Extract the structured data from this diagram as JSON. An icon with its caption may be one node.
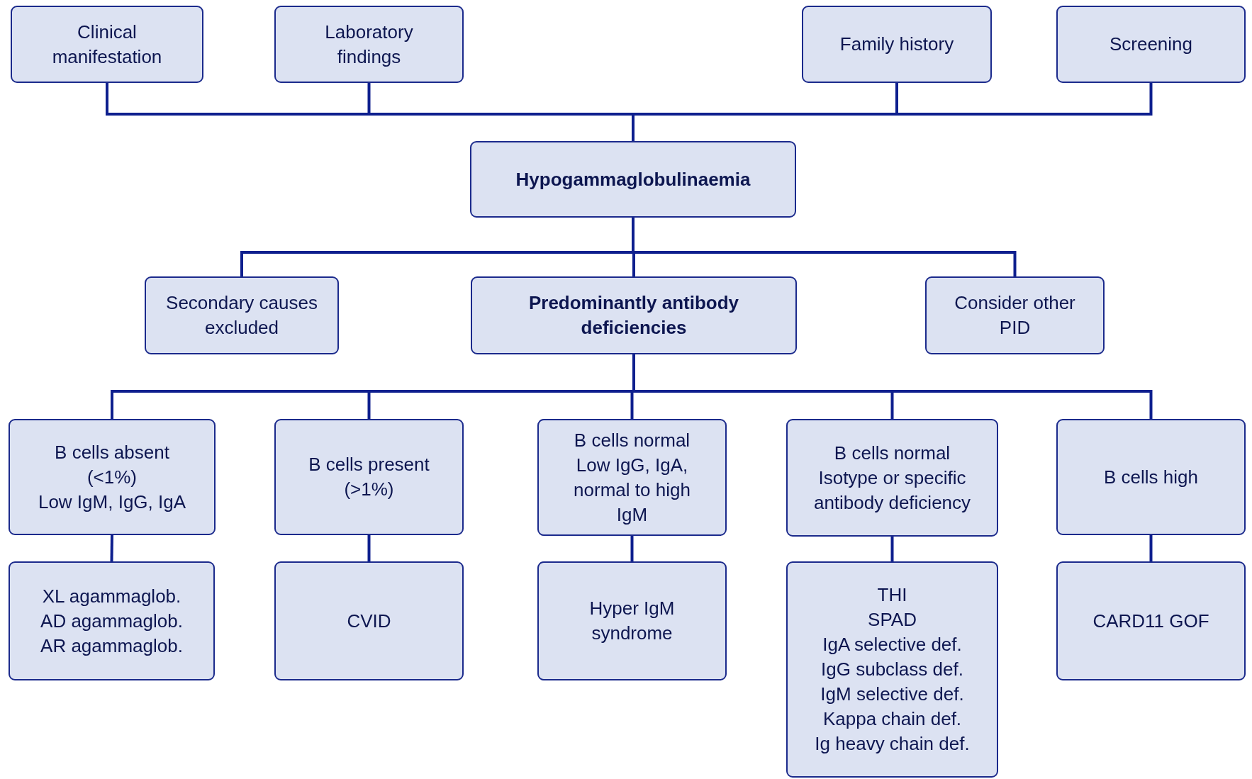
{
  "diagram": {
    "nodes": [
      {
        "text": [
          "Clinical manifestation"
        ]
      },
      {
        "text": [
          "Laboratory findings"
        ]
      },
      {
        "text": [
          "Family history"
        ]
      },
      {
        "text": [
          "Screening"
        ]
      },
      {
        "text": [
          "Hypogammaglobulinaemia"
        ]
      },
      {
        "text": [
          "Secondary causes excluded"
        ]
      },
      {
        "text": [
          "Predominantly antibody deficiencies"
        ]
      },
      {
        "text": [
          "Consider other PID"
        ]
      },
      {
        "text": [
          "B cells absent",
          "(<1%)",
          "Low IgM, IgG, IgA"
        ]
      },
      {
        "text": [
          "B cells present",
          "(>1%)"
        ]
      },
      {
        "text": [
          "B cells normal",
          "Low IgG, IgA, normal to high IgM"
        ]
      },
      {
        "text": [
          "B cells normal",
          "Isotype or specific antibody deficiency"
        ]
      },
      {
        "text": [
          "B cells high"
        ]
      },
      {
        "text": [
          "XL agammaglob.",
          "AD agammaglob.",
          "AR agammaglob."
        ]
      },
      {
        "text": [
          "CVID"
        ]
      },
      {
        "text": [
          "Hyper IgM syndrome"
        ]
      },
      {
        "text": [
          "THI",
          "SPAD",
          "IgA selective def.",
          "IgG subclass def.",
          "IgM selective def.",
          "Kappa chain def.",
          "Ig heavy chain def."
        ]
      },
      {
        "text": [
          "CARD11 GOF"
        ]
      }
    ],
    "edges": [
      {
        "from": 0,
        "to": 4,
        "arrow": "none"
      },
      {
        "from": 1,
        "to": 4,
        "arrow": "none"
      },
      {
        "from": 2,
        "to": 4,
        "arrow": "none"
      },
      {
        "from": 3,
        "to": 4,
        "arrow": "none"
      },
      {
        "from": 4,
        "to": 5,
        "arrow": "none"
      },
      {
        "from": 4,
        "to": 6,
        "arrow": "none"
      },
      {
        "from": 4,
        "to": 7,
        "arrow": "none"
      },
      {
        "from": 6,
        "to": 8,
        "arrow": "none"
      },
      {
        "from": 6,
        "to": 9,
        "arrow": "none"
      },
      {
        "from": 6,
        "to": 10,
        "arrow": "none"
      },
      {
        "from": 6,
        "to": 11,
        "arrow": "none"
      },
      {
        "from": 6,
        "to": 12,
        "arrow": "none"
      },
      {
        "from": 8,
        "to": 13,
        "arrow": "none"
      },
      {
        "from": 9,
        "to": 14,
        "arrow": "none"
      },
      {
        "from": 10,
        "to": 15,
        "arrow": "none"
      },
      {
        "from": 11,
        "to": 16,
        "arrow": "none"
      },
      {
        "from": 12,
        "to": 17,
        "arrow": "none"
      }
    ]
  }
}
